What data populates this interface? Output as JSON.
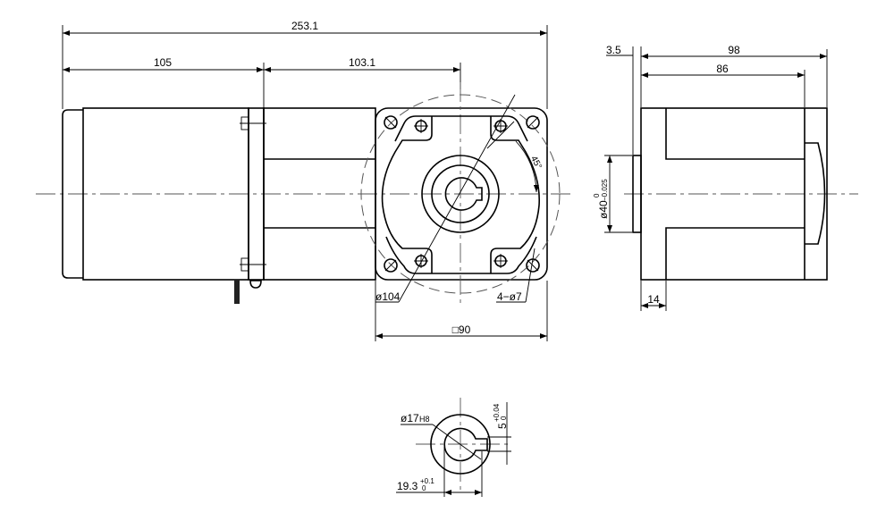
{
  "title": "Gear motor outline drawing",
  "dimensions": {
    "overall_length": "253.1",
    "motor_length": "105",
    "gearbox_length": "103.1",
    "flange_square": "□90",
    "bolt_circle": "ø104",
    "mount_holes": "4−ø7",
    "angle": "45°",
    "side_total": "98",
    "side_body": "86",
    "side_pilot": "3.5",
    "side_flange_thk": "14",
    "pilot_diameter": "ø40",
    "pilot_tol_upper": "0",
    "pilot_tol_lower": "−0.025",
    "bore_diameter": "ø17",
    "bore_fit": "H8",
    "key_width": "5",
    "key_tol_upper": "+0.04",
    "key_tol_lower": "0",
    "key_depth": "19.3",
    "key_depth_tol_upper": "+0.1",
    "key_depth_tol_lower": "0"
  }
}
